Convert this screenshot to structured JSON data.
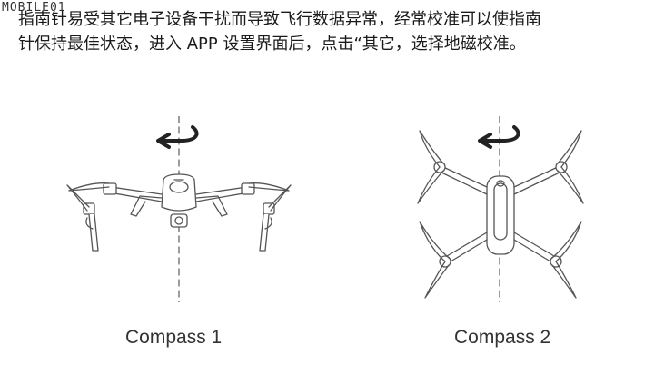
{
  "watermark": "MOBILE01",
  "paragraph": {
    "line1": "指南针易受其它电子设备干扰而导致飞行数据异常，经常校准可以使指南",
    "line2": "针保持最佳状态，进入 APP 设置界面后，点击“其它，选择地磁校准。"
  },
  "figures": [
    {
      "caption": "Compass 1"
    },
    {
      "caption": "Compass 2"
    }
  ]
}
